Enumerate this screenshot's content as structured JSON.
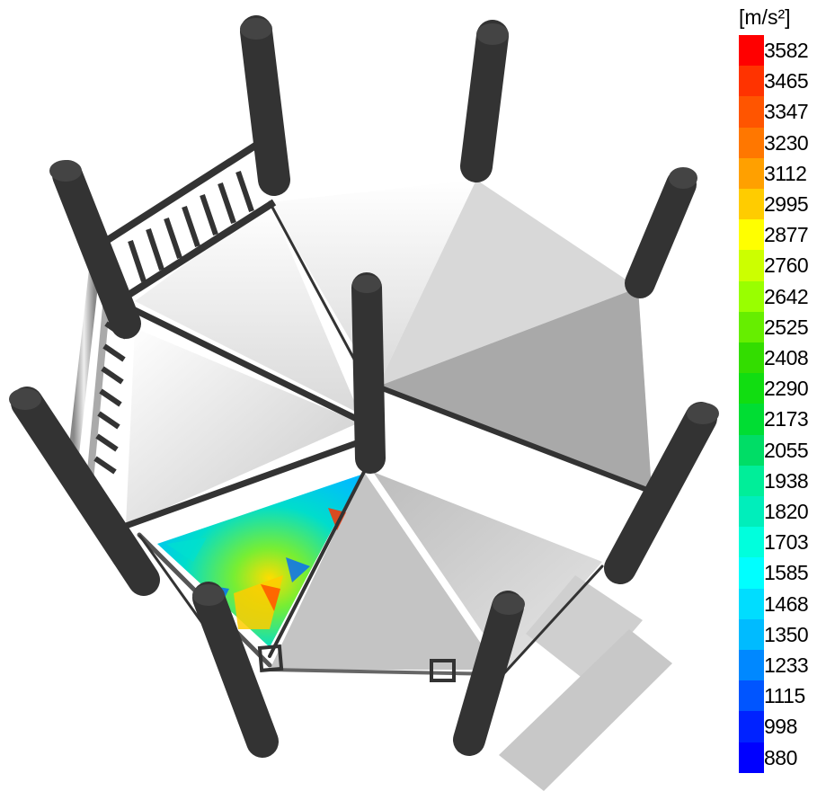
{
  "legend": {
    "unit": "[m/s²]",
    "ticks": [
      "3582",
      "3465",
      "3347",
      "3230",
      "3112",
      "2995",
      "2877",
      "2760",
      "2642",
      "2525",
      "2408",
      "2290",
      "2173",
      "2055",
      "1938",
      "1820",
      "1703",
      "1585",
      "1468",
      "1350",
      "1233",
      "1115",
      "998",
      "880"
    ],
    "colors": [
      "#ff0000",
      "#ff3300",
      "#ff5500",
      "#ff7700",
      "#ffa000",
      "#ffcc00",
      "#ffff00",
      "#ccff00",
      "#99ff00",
      "#66ee00",
      "#33dd00",
      "#11dd11",
      "#00dd33",
      "#00dd66",
      "#00ee99",
      "#00eebb",
      "#00ffdd",
      "#00ffff",
      "#00ddff",
      "#00bbff",
      "#0088ff",
      "#0055ff",
      "#0022ff",
      "#0000ff"
    ]
  },
  "scene": {
    "pillar_color": "#333333",
    "panel_colors": [
      "#d0d0d0",
      "#b8b8b8",
      "#e4e4e4"
    ]
  }
}
